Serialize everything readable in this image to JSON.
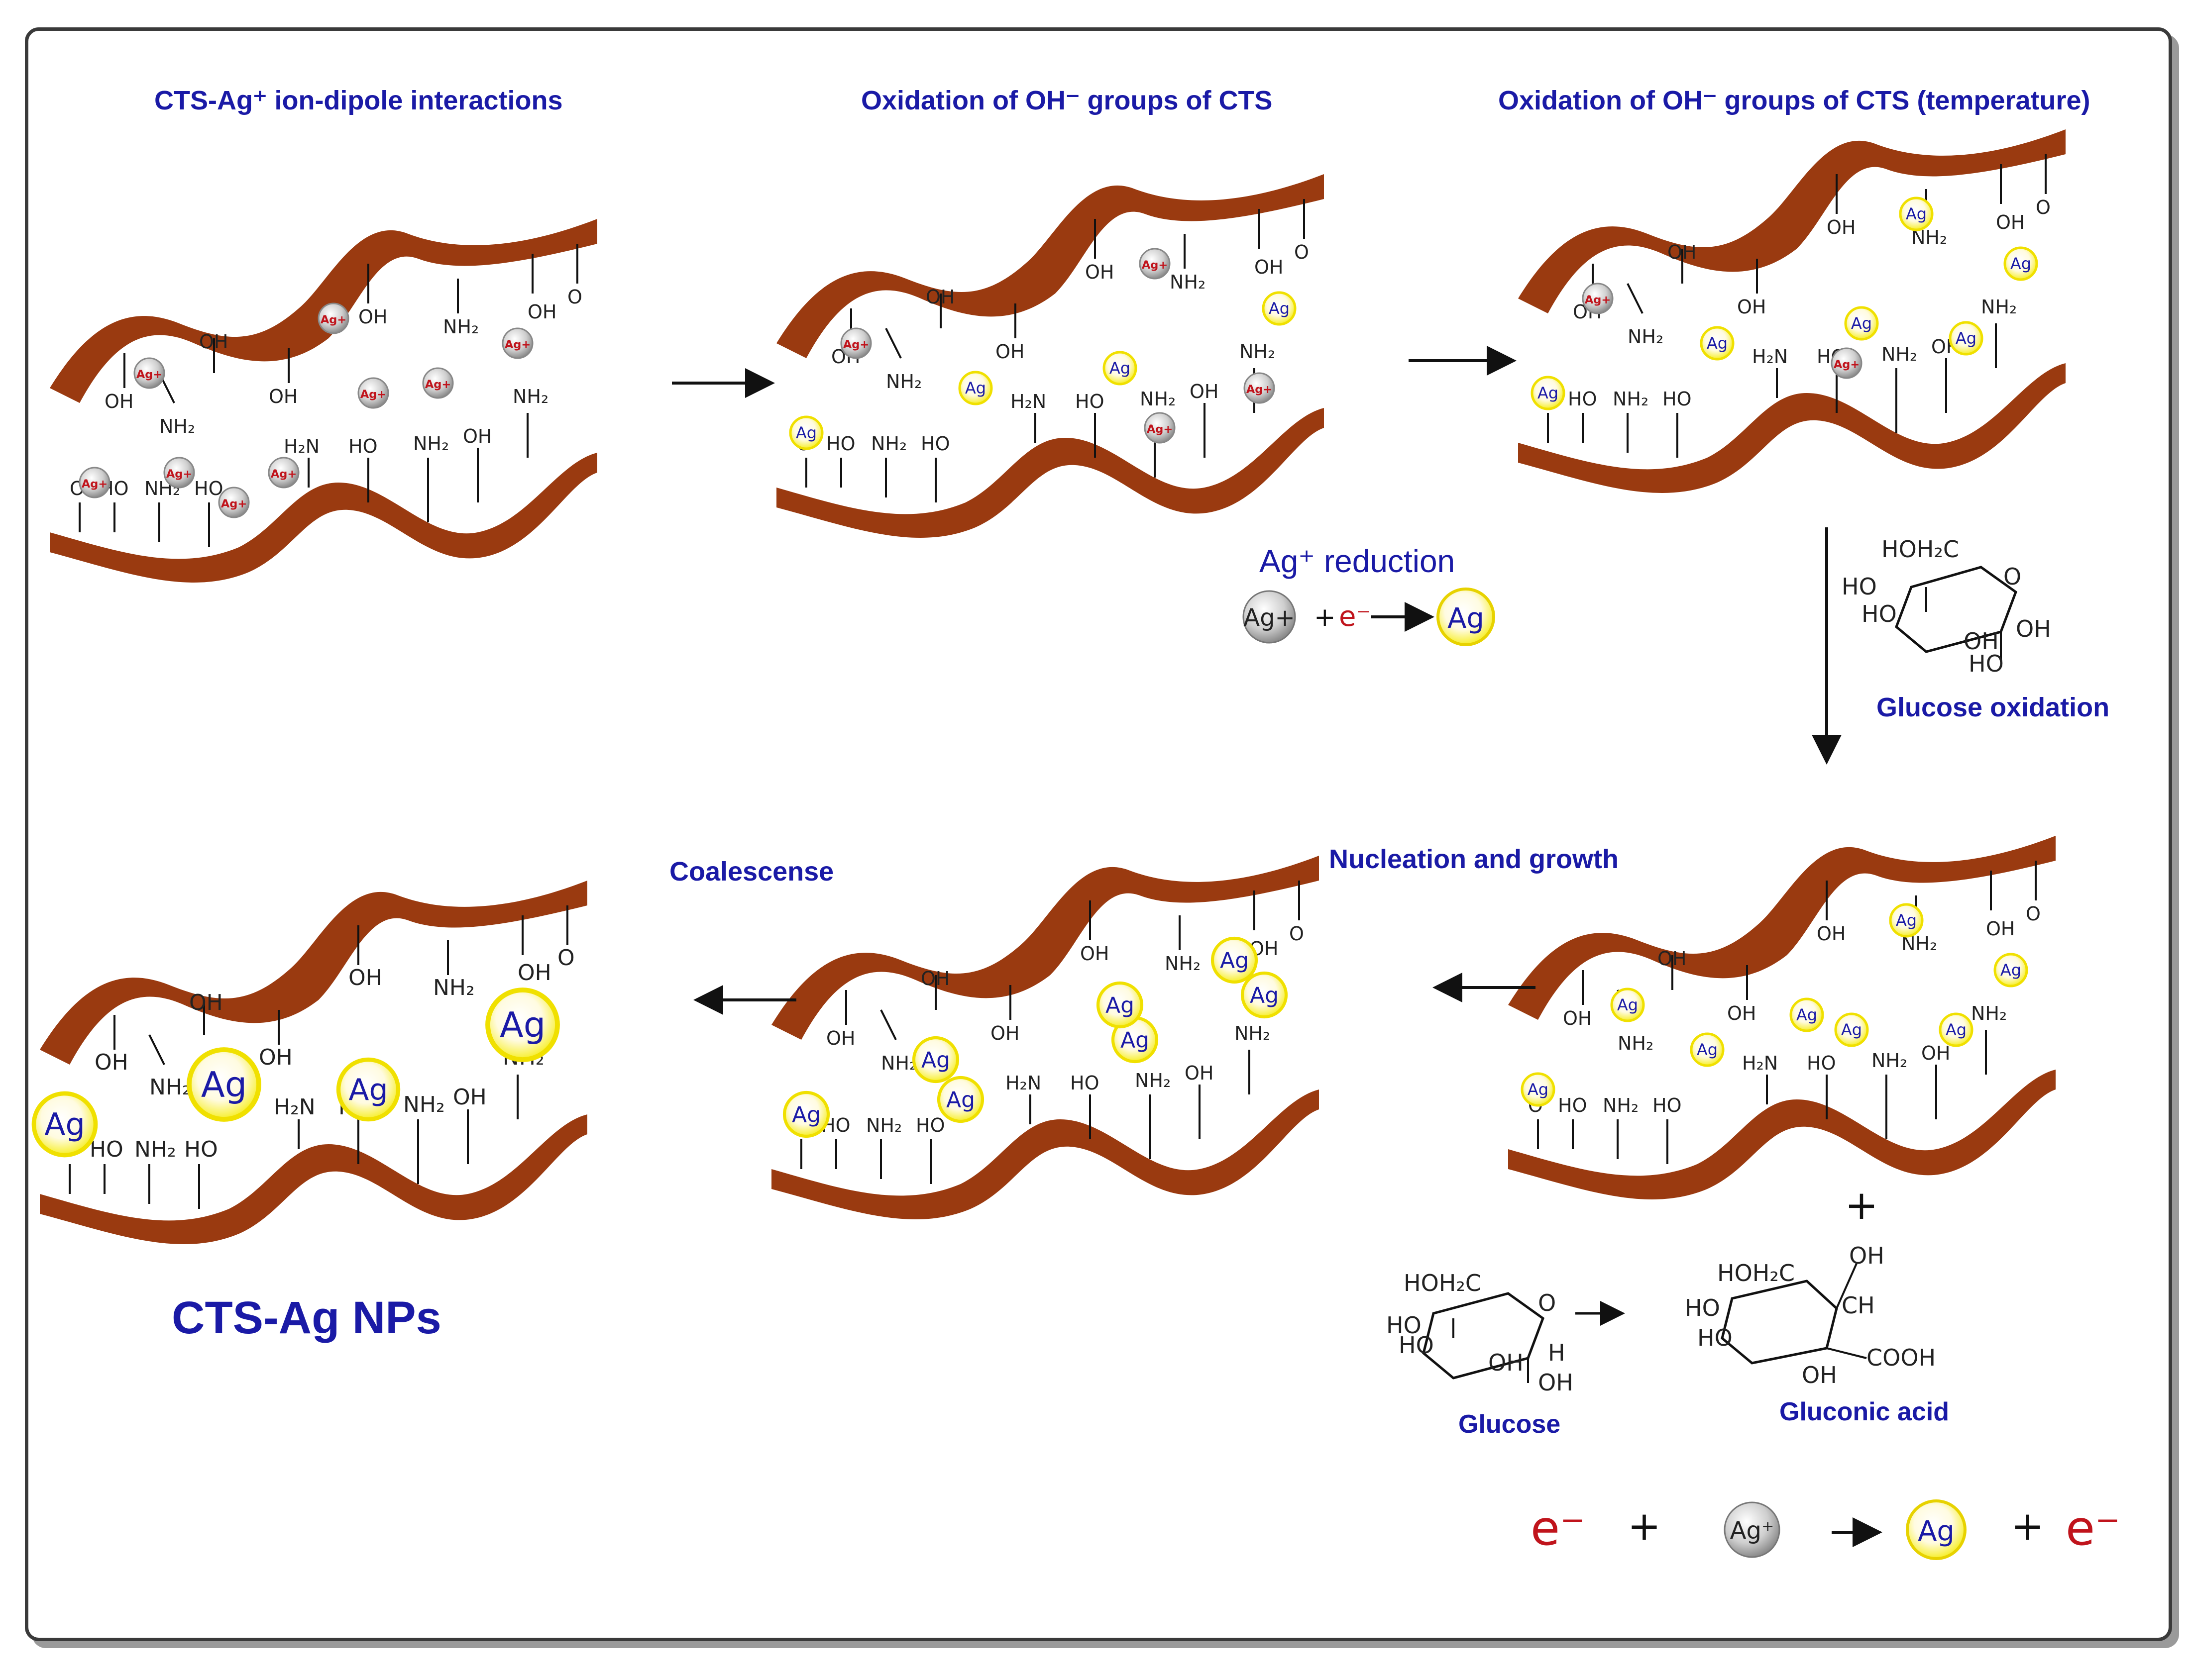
{
  "titles": {
    "stage1": "CTS-Ag⁺ ion-dipole interactions",
    "stage2": "Oxidation of OH⁻ groups of CTS",
    "stage3": "Oxidation of OH⁻ groups of CTS (temperature)",
    "stage4": "Glucose oxidation",
    "stage5": "Nucleation and growth",
    "stage6": "Coalescense",
    "product": "CTS-Ag NPs"
  },
  "reduction_box": {
    "title": "Ag⁺ reduction",
    "reactant": "Ag+",
    "plus": "+",
    "electron": "e⁻",
    "product": "Ag"
  },
  "sugars": {
    "glucose_label": "Glucose",
    "gluconic_label": "Gluconic acid",
    "plus": "+",
    "glucose_groups": [
      "HOH₂C",
      "O",
      "HO",
      "HO",
      "OH",
      "OH",
      "H"
    ],
    "gluconic_groups": [
      "HOH₂C",
      "OH",
      "HO",
      "CH",
      "HO",
      "OH",
      "COOH"
    ],
    "top_glucose_groups": [
      "HOH₂C",
      "O",
      "HO",
      "HO",
      "OH",
      "OH",
      "HO"
    ]
  },
  "bottom_equation": {
    "e1": "e⁻",
    "plus1": "+",
    "agplus": "Ag⁺",
    "ag": "Ag",
    "plus2": "+",
    "e2": "e⁻"
  },
  "particle_labels": {
    "ion": "Ag+",
    "metal": "Ag"
  },
  "group_labels": {
    "oh": "OH",
    "ho": "HO",
    "nh2": "NH₂",
    "h2n": "H₂N",
    "o": "O"
  },
  "colors": {
    "ribbon": "#9a3a10",
    "ribbon_light": "#c5571d",
    "title": "#1a1aa6",
    "ion_red": "#c0141c",
    "ag_yellow": "#f7ef2a"
  }
}
